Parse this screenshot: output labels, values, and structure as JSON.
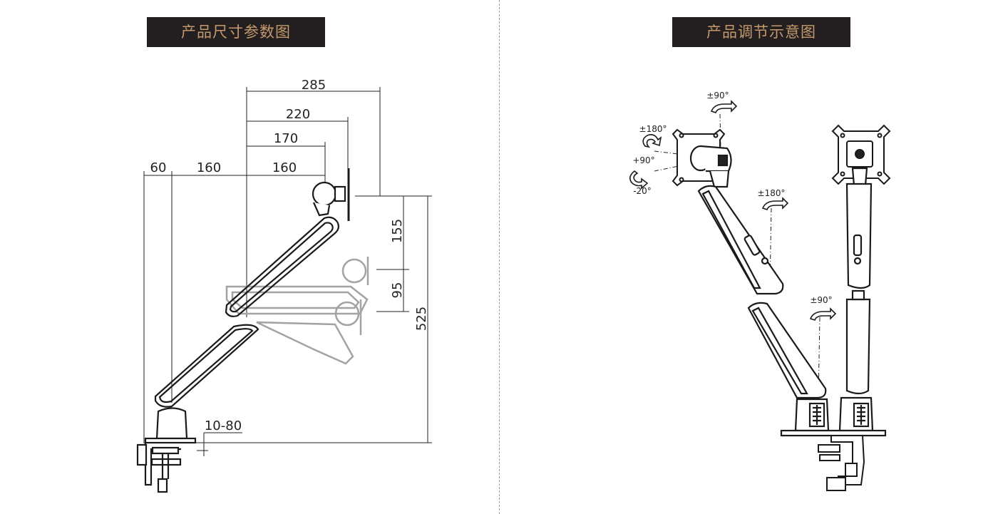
{
  "headers": {
    "left_title": "产品尺寸参数图",
    "right_title": "产品调节示意图"
  },
  "dimensions": {
    "top_285": "285",
    "top_220": "220",
    "top_170": "170",
    "left_60": "60",
    "left_160": "160",
    "right_160": "160",
    "v_155": "155",
    "v_95": "95",
    "v_525": "525",
    "clamp_range": "10-80"
  },
  "rotation_labels": {
    "top_tilt": "±90°",
    "swivel_head": "±180°",
    "tilt_up": "+90°",
    "tilt_down": "-20°",
    "joint_swivel": "±180°",
    "base_swivel": "±90°"
  }
}
